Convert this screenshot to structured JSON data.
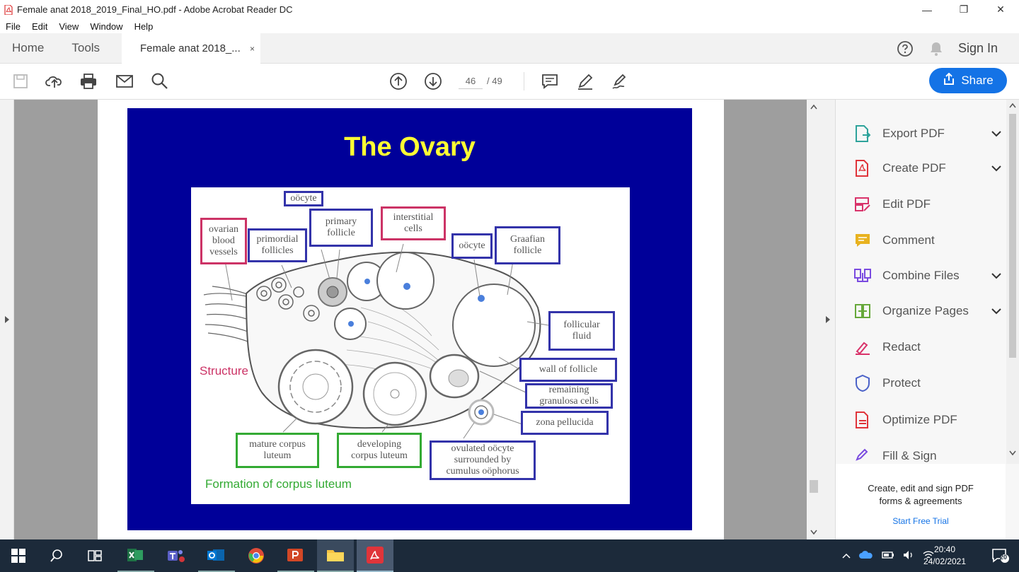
{
  "window": {
    "title": "Female anat 2018_2019_Final_HO.pdf - Adobe Acrobat Reader DC",
    "minimize": "—",
    "maximize": "❐",
    "close": "✕"
  },
  "menu": [
    "File",
    "Edit",
    "View",
    "Window",
    "Help"
  ],
  "tabs": {
    "home": "Home",
    "tools": "Tools",
    "document": "Female anat 2018_...",
    "close_glyph": "×",
    "sign_in": "Sign In"
  },
  "toolbar": {
    "page_current": "46",
    "page_total": "/ 49",
    "share": "Share"
  },
  "slide": {
    "title": "The Ovary",
    "labels": {
      "oocyte_top": "oöcyte",
      "primary_follicle": "primary follicle",
      "interstitial_cells": "interstitial cells",
      "ovarian_blood_vessels": "ovarian blood vessels",
      "primordial_follicles": "primordial follicles",
      "oocyte_right": "oöcyte",
      "graafian_follicle": "Graafian follicle",
      "follicular_fluid": "follicular fluid",
      "wall_of_follicle": "wall of follicle",
      "remaining_granulosa": "remaining granulosa cells",
      "zona_pellucida": "zona pellucida",
      "ovulated_oocyte": "ovulated oöcyte surrounded by cumulus oöphorus",
      "mature_corpus_luteum": "mature corpus luteum",
      "developing_corpus_luteum": "developing corpus luteum"
    },
    "captions": {
      "structure": "Structure",
      "formation": "Formation of corpus luteum"
    },
    "colors": {
      "background": "#000099",
      "title": "#ffff33",
      "structure": "#cc3366",
      "formation": "#33aa33"
    }
  },
  "tools_panel": {
    "items": [
      {
        "label": "Export PDF",
        "icon": "export-pdf-icon",
        "chevron": true,
        "color": "#2ea39b"
      },
      {
        "label": "Create PDF",
        "icon": "create-pdf-icon",
        "chevron": true,
        "color": "#e0343a"
      },
      {
        "label": "Edit PDF",
        "icon": "edit-pdf-icon",
        "chevron": false,
        "color": "#d9336a"
      },
      {
        "label": "Comment",
        "icon": "comment-icon",
        "chevron": false,
        "color": "#e8b21f"
      },
      {
        "label": "Combine Files",
        "icon": "combine-files-icon",
        "chevron": true,
        "color": "#7a4be0"
      },
      {
        "label": "Organize Pages",
        "icon": "organize-pages-icon",
        "chevron": true,
        "color": "#66a83a"
      },
      {
        "label": "Redact",
        "icon": "redact-icon",
        "chevron": false,
        "color": "#d9336a"
      },
      {
        "label": "Protect",
        "icon": "protect-icon",
        "chevron": false,
        "color": "#4b62c8"
      },
      {
        "label": "Optimize PDF",
        "icon": "optimize-pdf-icon",
        "chevron": false,
        "color": "#e0343a"
      },
      {
        "label": "Fill & Sign",
        "icon": "fill-sign-icon",
        "chevron": false,
        "color": "#7a4be0"
      }
    ],
    "promo": "Create, edit and sign PDF forms & agreements",
    "trial": "Start Free Trial"
  },
  "taskbar": {
    "time": "20:40",
    "date": "24/02/2021",
    "notifications": "20"
  }
}
